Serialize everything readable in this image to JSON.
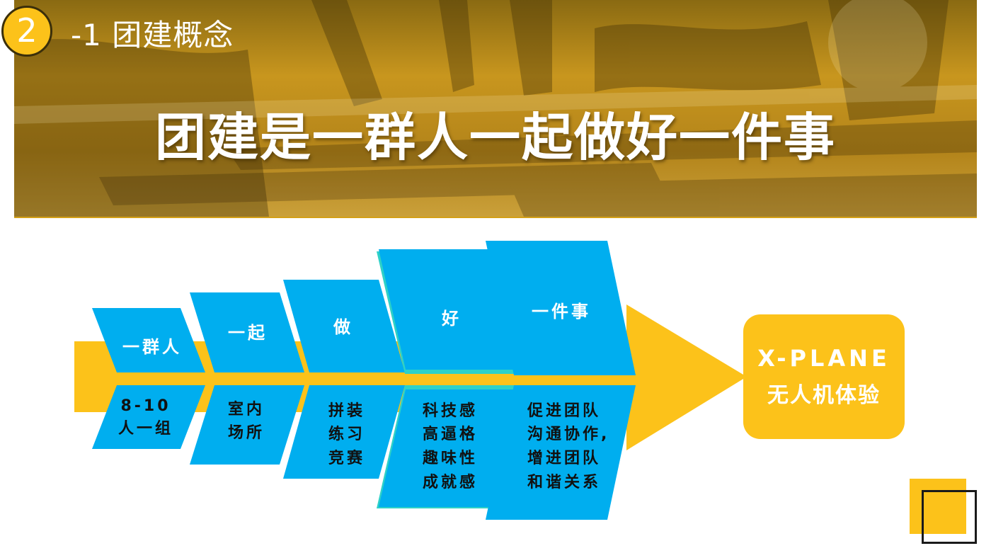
{
  "header": {
    "section_number": "2",
    "section_title": "-1 团建概念",
    "headline": "团建是一群人一起做好一件事"
  },
  "diagram": {
    "columns": [
      {
        "top_label": "一群人",
        "bottom_lines": [
          "8-10",
          "人一组"
        ]
      },
      {
        "top_label": "一起",
        "bottom_lines": [
          "室内",
          "场所"
        ]
      },
      {
        "top_label": "做",
        "bottom_lines": [
          "拼装",
          "练习",
          "竞赛"
        ]
      },
      {
        "top_label": "好",
        "bottom_lines": [
          "科技感",
          "高逼格",
          "趣味性",
          "成就感"
        ]
      },
      {
        "top_label": "一件事",
        "bottom_lines": [
          "促进团队",
          "沟通协作,",
          "增进团队",
          "和谐关系"
        ]
      }
    ],
    "result": {
      "line1": "X-PLANE",
      "line2": "无人机体验"
    }
  },
  "colors": {
    "accent_yellow": "#fcc21a",
    "cell_blue": "#00aeef",
    "highlight_teal": "#2ed1c8",
    "text_dark": "#111111",
    "text_white": "#ffffff"
  }
}
